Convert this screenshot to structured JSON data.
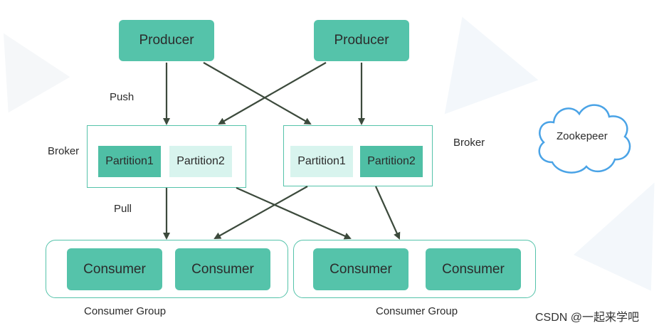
{
  "producers": [
    "Producer",
    "Producer"
  ],
  "labels": {
    "push": "Push",
    "pull": "Pull",
    "broker_left": "Broker",
    "broker_right": "Broker",
    "group_left": "Consumer Group",
    "group_right": "Consumer Group"
  },
  "brokers": [
    {
      "partitions": [
        "Partition1",
        "Partition2"
      ]
    },
    {
      "partitions": [
        "Partition1",
        "Partition2"
      ]
    }
  ],
  "consumer_groups": [
    {
      "consumers": [
        "Consumer",
        "Consumer"
      ]
    },
    {
      "consumers": [
        "Consumer",
        "Consumer"
      ]
    }
  ],
  "zookeeper": "Zookepeer",
  "watermark": "CSDN @一起来学吧",
  "colors": {
    "accent": "#55c3aa",
    "accent_light": "#d8f4ee",
    "arrow": "#3c4a3c",
    "cloud_stroke": "#4aa3e6"
  }
}
